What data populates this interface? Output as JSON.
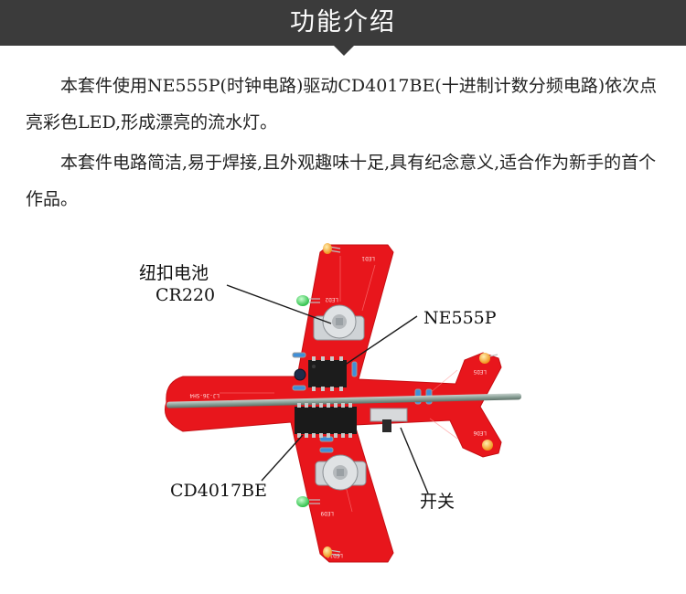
{
  "header": {
    "title": "功能介绍"
  },
  "paragraphs": [
    "本套件使用NE555P(时钟电路)驱动CD4017BE(十进制计数分频电路)依次点亮彩色LED,形成漂亮的流水灯。",
    "本套件电路简洁,易于焊接,且外观趣味十足,具有纪念意义,适合作为新手的首个作品。"
  ],
  "labels": {
    "battery_line1": "纽扣电池",
    "battery_line2": "CR220",
    "ne555": "NE555P",
    "cd4017": "CD4017BE",
    "switch": "开关"
  },
  "colors": {
    "header_bg": "#3b3b3b",
    "pcb": "#e8161c",
    "led_green": "#2bd34a",
    "led_yellow": "#f4a012"
  }
}
